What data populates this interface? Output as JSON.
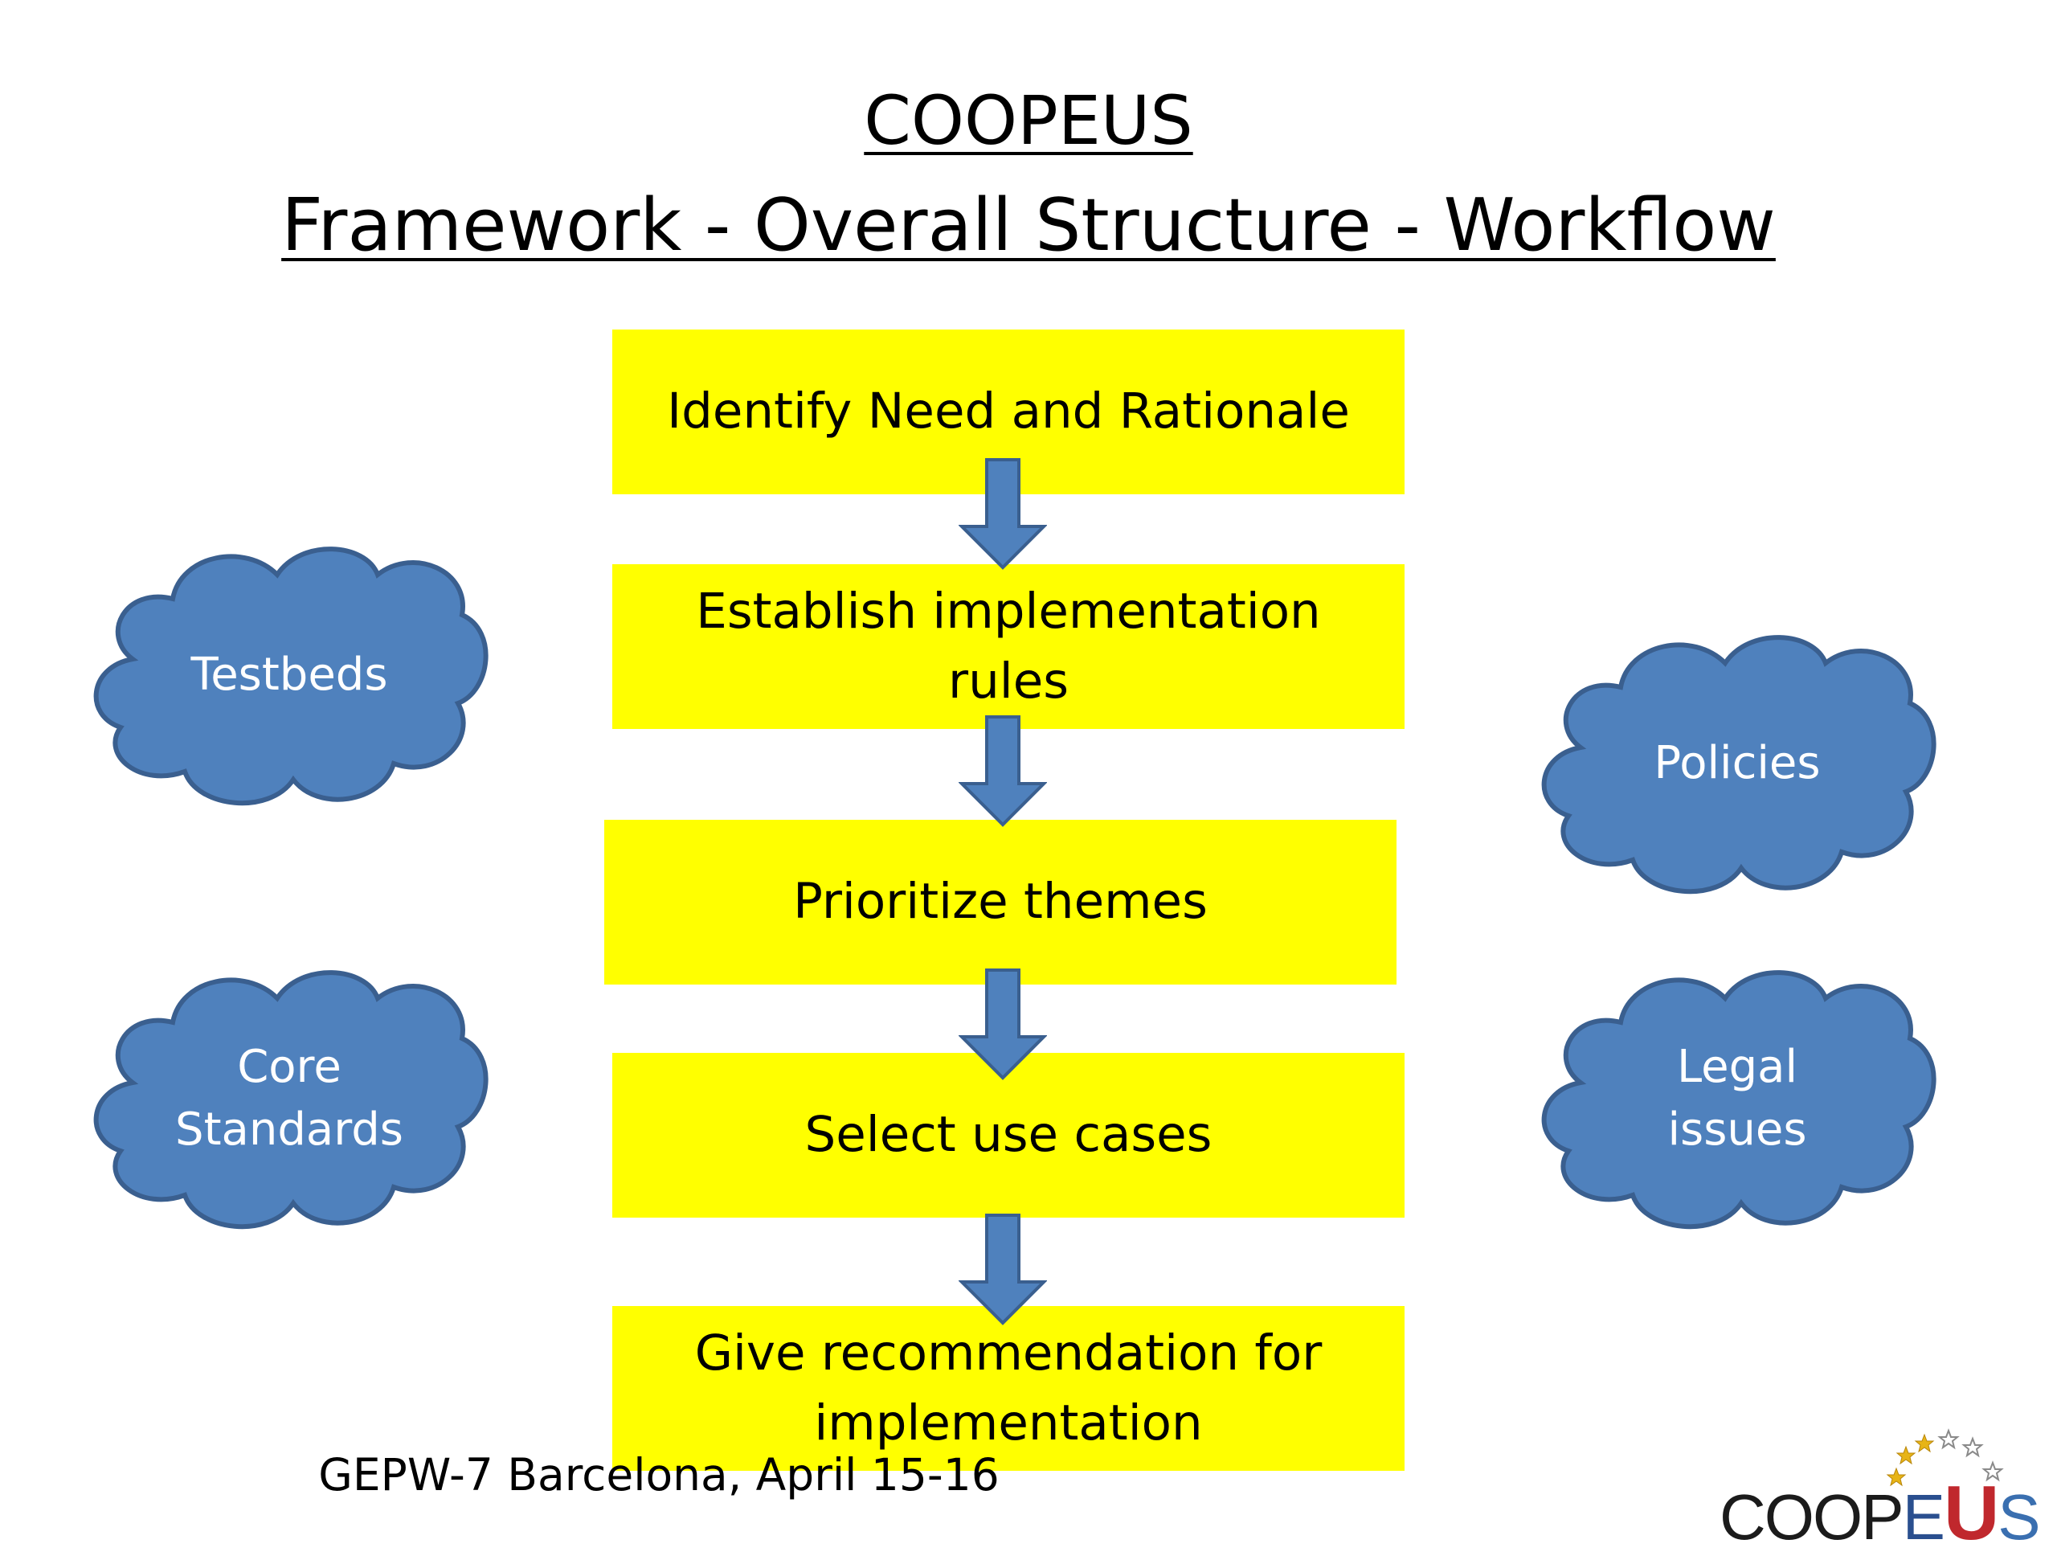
{
  "header": {
    "title_line1": "COOPEUS",
    "title_line2": "Framework - Overall Structure - Workflow"
  },
  "workflow": {
    "steps": [
      {
        "label": "Identify Need and Rationale"
      },
      {
        "label": "Establish implementation rules"
      },
      {
        "label": "Prioritize themes"
      },
      {
        "label": "Select use cases"
      },
      {
        "label": "Give recommendation for implementation"
      }
    ]
  },
  "clouds": {
    "testbeds": "Testbeds",
    "core_standards": "Core Standards",
    "policies": "Policies",
    "legal_issues": "Legal issues"
  },
  "footer": {
    "text": "GEPW-7 Barcelona, April 15-16"
  },
  "logo": {
    "part_coop": "COOP",
    "part_e": "E",
    "part_u": "U",
    "part_s": "S"
  },
  "colors": {
    "step_fill": "#ffff00",
    "arrow_fill": "#4f81bd",
    "cloud_fill": "#4f81bd",
    "cloud_stroke": "#3a5f8f"
  }
}
